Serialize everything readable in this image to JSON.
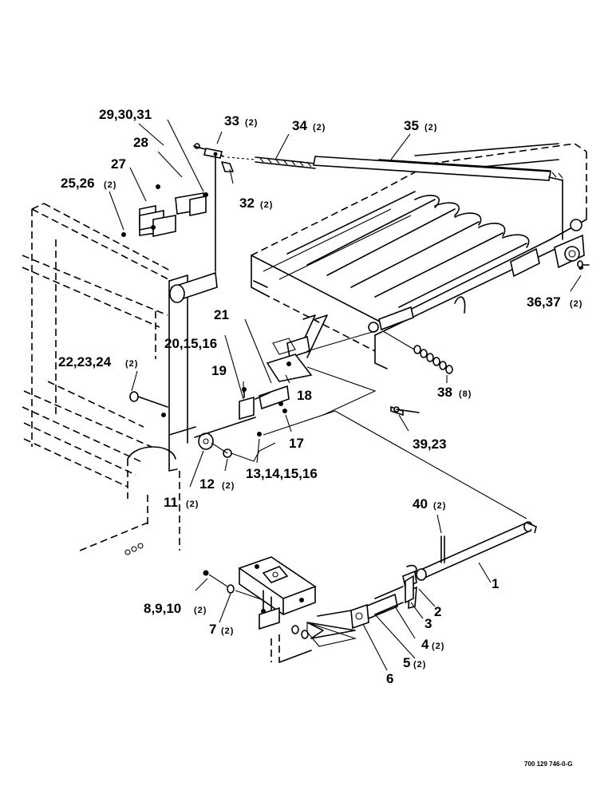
{
  "labels": {
    "l1": "1",
    "l2": "2",
    "l3": "3",
    "l4": "4",
    "l4q": "(2)",
    "l5": "5",
    "l5q": "(2)",
    "l6": "6",
    "l7": "7",
    "l7q": "(2)",
    "l8": "8,9,10",
    "l8q": "(2)",
    "l11": "11",
    "l11q": "(2)",
    "l12": "12",
    "l12q": "(2)",
    "l13": "13,14,15,16",
    "l17": "17",
    "l18": "18",
    "l19": "19",
    "l20": "20,15,16",
    "l21": "21",
    "l22": "22,23,24",
    "l22q": "(2)",
    "l25": "25,26",
    "l25q": "(2)",
    "l27": "27",
    "l28": "28",
    "l29": "29,30,31",
    "l32": "32",
    "l32q": "(2)",
    "l33": "33",
    "l33q": "(2)",
    "l34": "34",
    "l34q": "(2)",
    "l35": "35",
    "l35q": "(2)",
    "l36": "36,37",
    "l36q": "(2)",
    "l38": "38",
    "l38q": "(8)",
    "l39": "39,23",
    "l40": "40",
    "l40q": "(2)"
  },
  "drawing_number": "700 129 746-0-G"
}
